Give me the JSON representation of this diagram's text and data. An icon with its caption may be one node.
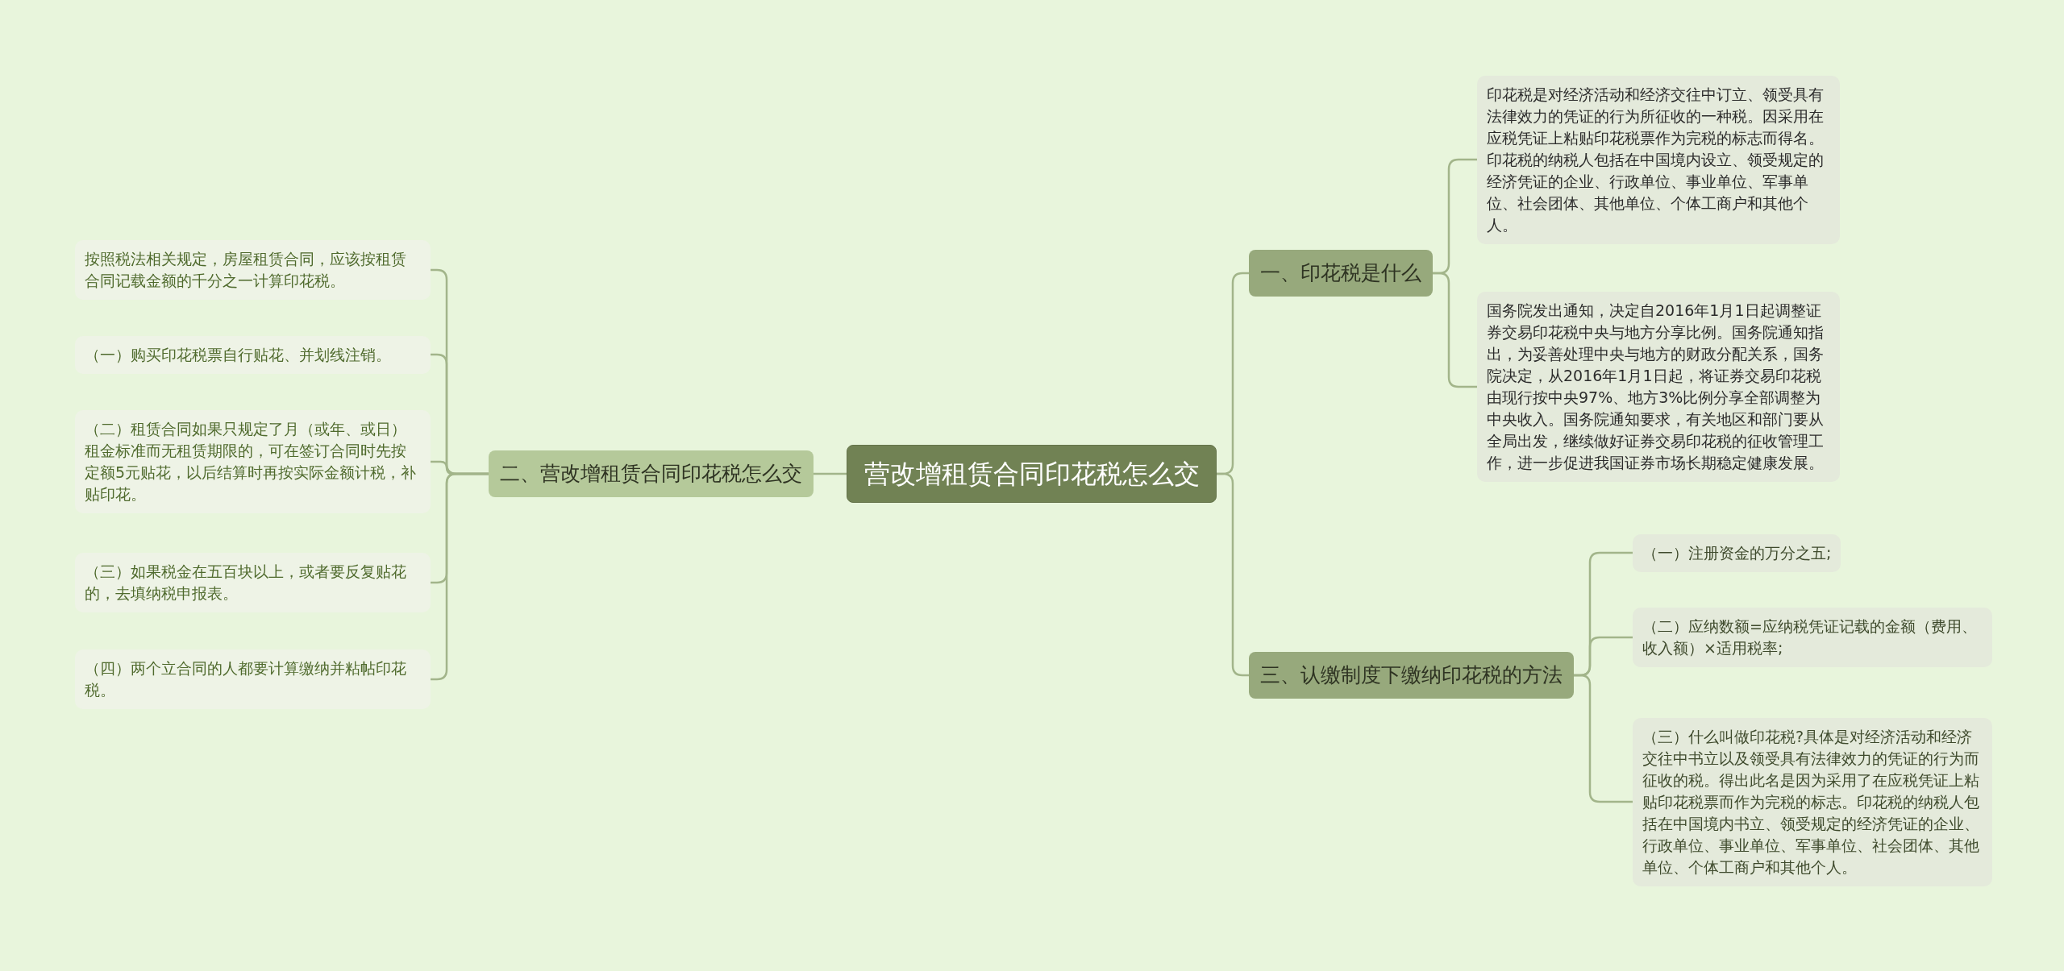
{
  "diagram": {
    "nodes": [
      {
        "text": [
          "营改增租赁合同印花税怎么交"
        ]
      },
      {
        "text": [
          "一、印花税是什么"
        ]
      },
      {
        "text": [
          "印花税是对经济活动和经济交往中订立、领受具有法律效力的凭证的行为所征收的一种税。因采用在应税凭证上粘贴印花税票作为完税的标志而得名。印花税的纳税人包括在中国境内设立、领受规定的经济凭证的企业、行政单位、事业单位、军事单位、社会团体、其他单位、个体工商户和其他个人。"
        ]
      },
      {
        "text": [
          "国务院发出通知，决定自2016年1月1日起调整证券交易印花税中央与地方分享比例。国务院通知指出，为妥善处理中央与地方的财政分配关系，国务院决定，从2016年1月1日起，将证券交易印花税由现行按中央97%、地方3%比例分享全部调整为中央收入。国务院通知要求，有关地区和部门要从全局出发，继续做好证券交易印花税的征收管理工作，进一步促进我国证券市场长期稳定健康发展。"
        ]
      },
      {
        "text": [
          "二、营改增租赁合同印花税怎么交"
        ]
      },
      {
        "text": [
          "按照税法相关规定，房屋租赁合同，应该按租赁合同记载金额的千分之一计算印花税。"
        ]
      },
      {
        "text": [
          "（一）购买印花税票自行贴花、并划线注销。"
        ]
      },
      {
        "text": [
          "（二）租赁合同如果只规定了月（或年、或日）租金标准而无租赁期限的，可在签订合同时先按定额5元贴花，以后结算时再按实际金额计税，补贴印花。"
        ]
      },
      {
        "text": [
          "（三）如果税金在五百块以上，或者要反复贴花的，去填纳税申报表。"
        ]
      },
      {
        "text": [
          "（四）两个立合同的人都要计算缴纳并粘帖印花税。"
        ]
      },
      {
        "text": [
          "三、认缴制度下缴纳印花税的方法"
        ]
      },
      {
        "text": [
          "（一）注册资金的万分之五;"
        ]
      },
      {
        "text": [
          "（二）应纳数额=应纳税凭证记载的金额（费用、收入额）×适用税率;"
        ]
      },
      {
        "text": [
          "（三）什么叫做印花税?具体是对经济活动和经济交往中书立以及领受具有法律效力的凭证的行为而征收的税。得出此名是因为采用了在应税凭证上粘贴印花税票而作为完税的标志。印花税的纳税人包括在中国境内书立、领受规定的经济凭证的企业、行政单位、事业单位、军事单位、社会团体、其他单位、个体工商户和其他个人。"
        ]
      }
    ],
    "edges": [
      {
        "from": 0,
        "to": 1,
        "arrow": "none"
      },
      {
        "from": 1,
        "to": 2,
        "arrow": "none"
      },
      {
        "from": 1,
        "to": 3,
        "arrow": "none"
      },
      {
        "from": 0,
        "to": 4,
        "arrow": "none"
      },
      {
        "from": 4,
        "to": 5,
        "arrow": "none"
      },
      {
        "from": 4,
        "to": 6,
        "arrow": "none"
      },
      {
        "from": 4,
        "to": 7,
        "arrow": "none"
      },
      {
        "from": 4,
        "to": 8,
        "arrow": "none"
      },
      {
        "from": 4,
        "to": 9,
        "arrow": "none"
      },
      {
        "from": 0,
        "to": 10,
        "arrow": "none"
      },
      {
        "from": 10,
        "to": 11,
        "arrow": "none"
      },
      {
        "from": 10,
        "to": 12,
        "arrow": "none"
      },
      {
        "from": 10,
        "to": 13,
        "arrow": "none"
      }
    ]
  }
}
